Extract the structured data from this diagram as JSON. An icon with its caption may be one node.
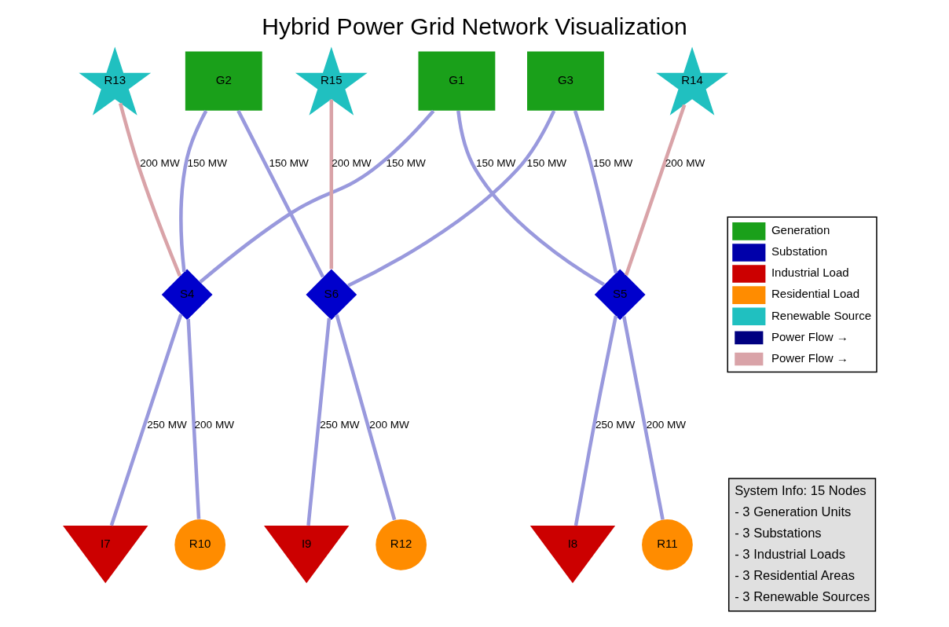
{
  "diagram": {
    "title": "Hybrid Power Grid Network Visualization",
    "nodes": [
      {
        "text": [
          "G1"
        ]
      },
      {
        "text": [
          "G2"
        ]
      },
      {
        "text": [
          "G3"
        ]
      },
      {
        "text": [
          "S4"
        ]
      },
      {
        "text": [
          "S5"
        ]
      },
      {
        "text": [
          "S6"
        ]
      },
      {
        "text": [
          "I7"
        ]
      },
      {
        "text": [
          "I8"
        ]
      },
      {
        "text": [
          "I9"
        ]
      },
      {
        "text": [
          "R10"
        ]
      },
      {
        "text": [
          "R11"
        ]
      },
      {
        "text": [
          "R12"
        ]
      },
      {
        "text": [
          "R13"
        ]
      },
      {
        "text": [
          "R14"
        ]
      },
      {
        "text": [
          "R15"
        ]
      }
    ],
    "edges": [
      {
        "from": 0,
        "to": 3,
        "arrow": "none",
        "label": "150 MW"
      },
      {
        "from": 1,
        "to": 3,
        "arrow": "none",
        "label": "150 MW"
      },
      {
        "from": 0,
        "to": 4,
        "arrow": "none",
        "label": "150 MW"
      },
      {
        "from": 2,
        "to": 4,
        "arrow": "none",
        "label": "150 MW"
      },
      {
        "from": 1,
        "to": 5,
        "arrow": "none",
        "label": "150 MW"
      },
      {
        "from": 2,
        "to": 5,
        "arrow": "none",
        "label": "150 MW"
      },
      {
        "from": 3,
        "to": 6,
        "arrow": "none",
        "label": "250 MW"
      },
      {
        "from": 4,
        "to": 7,
        "arrow": "none",
        "label": "250 MW"
      },
      {
        "from": 5,
        "to": 8,
        "arrow": "none",
        "label": "250 MW"
      },
      {
        "from": 3,
        "to": 9,
        "arrow": "none",
        "label": "200 MW"
      },
      {
        "from": 4,
        "to": 10,
        "arrow": "none",
        "label": "200 MW"
      },
      {
        "from": 5,
        "to": 11,
        "arrow": "none",
        "label": "200 MW"
      },
      {
        "from": 12,
        "to": 3,
        "arrow": "none",
        "label": "200 MW",
        "color": "#d9a3a8"
      },
      {
        "from": 13,
        "to": 4,
        "arrow": "none",
        "label": "200 MW",
        "color": "#d9a3a8"
      },
      {
        "from": 14,
        "to": 5,
        "arrow": "none",
        "label": "200 MW",
        "color": "#d9a3a8"
      }
    ],
    "labels": [
      "System Info: 15 Nodes",
      "- 3 Generation Units",
      "- 3 Substations",
      "- 3 Industrial Loads",
      "- 3 Residential Areas",
      "- 3 Renewable Sources"
    ],
    "legend": [
      {
        "text": "Generation",
        "color": "#1aa01a"
      },
      {
        "text": "Substation",
        "color": "#0000aa"
      },
      {
        "text": "Industrial Load",
        "color": "#cc0000"
      },
      {
        "text": "Residential Load",
        "color": "#ff8c00"
      },
      {
        "text": "Renewable Source",
        "color": "#20c0c0"
      },
      {
        "text": "Power Flow →"
      },
      {
        "text": "Power Flow →"
      }
    ]
  }
}
